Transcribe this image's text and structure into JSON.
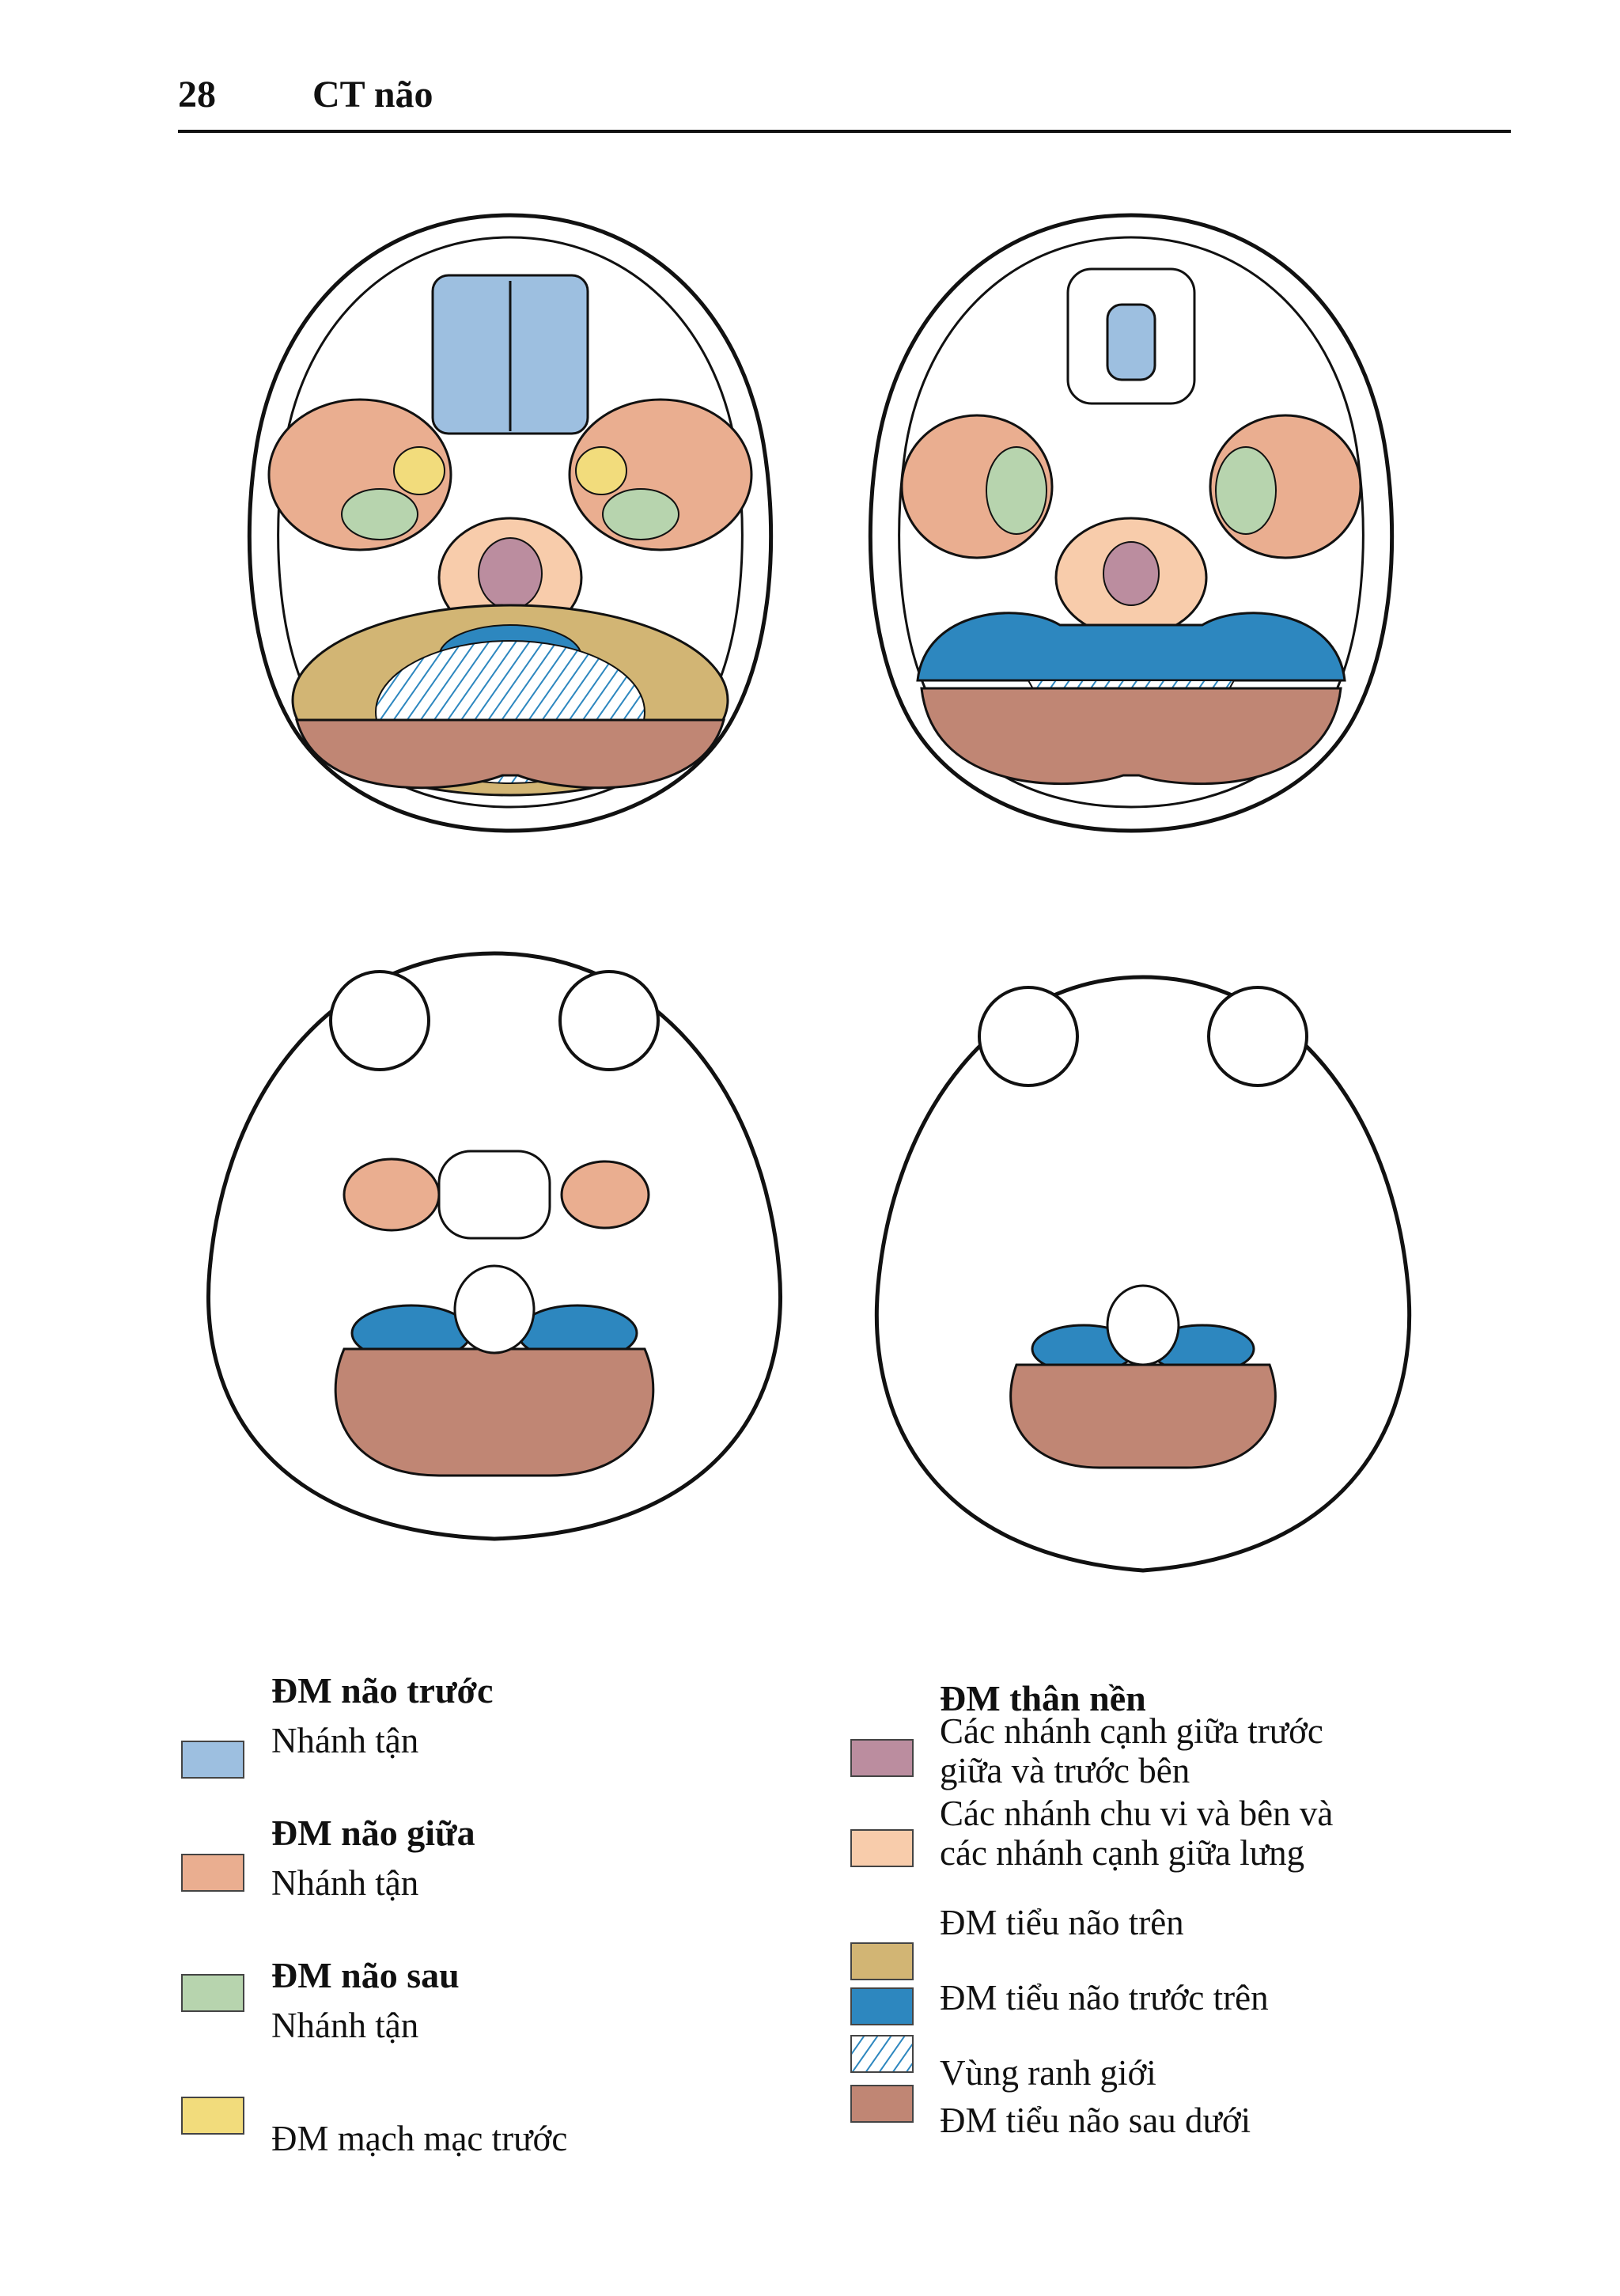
{
  "header": {
    "page_number": "28",
    "chapter_title": "CT não"
  },
  "colors": {
    "aca_terminal": "#9dbfe0",
    "mca_terminal": "#eaae90",
    "pca_terminal": "#b7d4ae",
    "anterior_choroidal": "#f2dc7c",
    "basilar_paramedian": "#bb8d9f",
    "basilar_circumferential": "#f8ccab",
    "sca": "#d2b574",
    "aica": "#2d87bf",
    "border_zone": "#2d87bf",
    "pica": "#c08674"
  },
  "figures": [
    {
      "name": "scan-top-left"
    },
    {
      "name": "scan-top-right"
    },
    {
      "name": "scan-bottom-left"
    },
    {
      "name": "scan-bottom-right"
    }
  ],
  "legend": {
    "left": {
      "aca": {
        "heading": "ĐM não trước",
        "item": "Nhánh tận"
      },
      "mca": {
        "heading": "ĐM não giữa",
        "item": "Nhánh tận"
      },
      "pca": {
        "heading": "ĐM não sau",
        "item": "Nhánh tận"
      },
      "achoroidal": {
        "item": "ĐM  mạch mạc trước"
      }
    },
    "right": {
      "heading": "ĐM thân nền",
      "paramedian": {
        "line1": "Các nhánh cạnh giữa trước",
        "line2": "giữa và trước bên"
      },
      "circumferential": {
        "line1": "Các nhánh chu vi và bên và",
        "line2": "các nhánh cạnh giữa lưng"
      },
      "sca": "ĐM tiểu não trên",
      "aica": "ĐM tiểu não trước trên",
      "border": "Vùng ranh giới",
      "pica": "ĐM tiểu não sau dưới"
    }
  }
}
